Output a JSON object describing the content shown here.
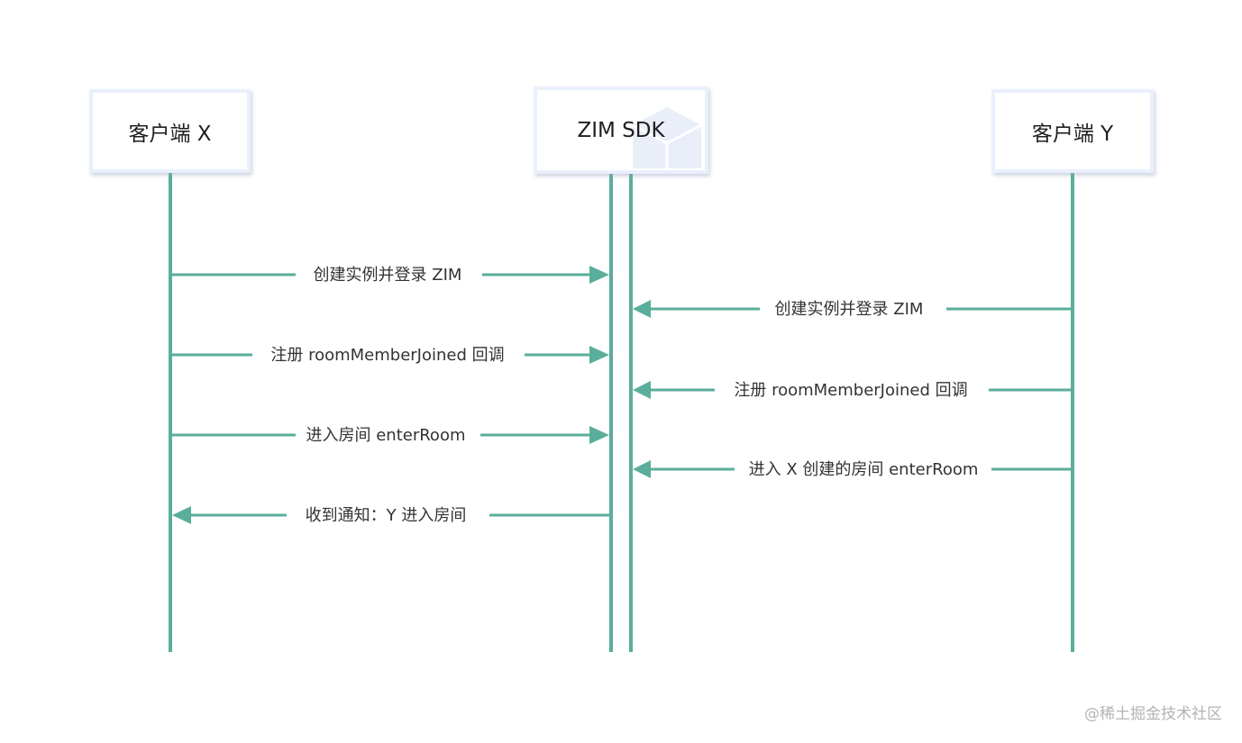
{
  "actors": {
    "client_x": "客户端 X",
    "sdk": "ZIM SDK",
    "client_y": "客户端 Y"
  },
  "messages": [
    {
      "from": "client_x",
      "to": "sdk",
      "text": "创建实例并登录 ZIM"
    },
    {
      "from": "client_y",
      "to": "sdk",
      "text": "创建实例并登录 ZIM"
    },
    {
      "from": "client_x",
      "to": "sdk",
      "text": "注册 roomMemberJoined 回调"
    },
    {
      "from": "client_y",
      "to": "sdk",
      "text": "注册 roomMemberJoined 回调"
    },
    {
      "from": "client_x",
      "to": "sdk",
      "text": "进入房间 enterRoom"
    },
    {
      "from": "client_y",
      "to": "sdk",
      "text": "进入 X 创建的房间 enterRoom"
    },
    {
      "from": "sdk",
      "to": "client_x",
      "text": "收到通知：Y 进入房间"
    }
  ],
  "colors": {
    "line": "#5aae9b",
    "box_border": "#eaf0fb",
    "text": "#333333"
  },
  "watermark": "@稀土掘金技术社区"
}
